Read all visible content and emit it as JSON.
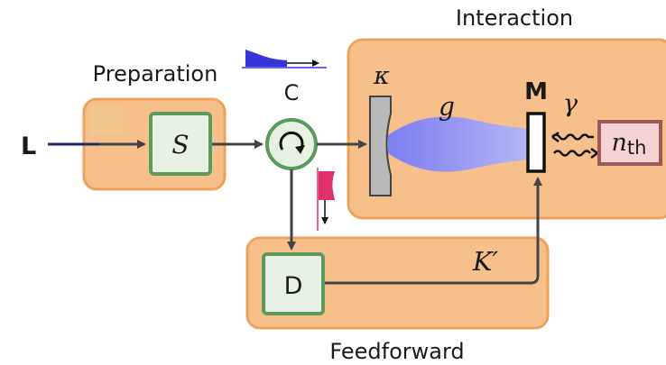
{
  "labels": {
    "laser": "L",
    "preparation_title": "Preparation",
    "squeezer": "S",
    "circulator": "C",
    "interaction_title": "Interaction",
    "kappa": "κ",
    "coupling": "g",
    "mirror": "M",
    "gamma": "γ",
    "thermal_n": "n",
    "thermal_sub": "th",
    "detector": "D",
    "gain": "K′",
    "feedforward_title": "Feedforward"
  },
  "colors": {
    "region_fill": "#f7c08a",
    "region_stroke": "#eba35f",
    "box_fill": "#e6f1e3",
    "box_stroke": "#5b9a5b",
    "cavity_beam": "#8f8ff2",
    "pulse_blue": "#3535d8",
    "pulse_red": "#e0306a",
    "thermal_fill": "#f6d3d3",
    "thermal_stroke": "#9e5a5a",
    "line": "#444444"
  },
  "icons": {
    "circulator": "circular-arrow-icon",
    "outgoing_pulse": "blue-pulse-icon",
    "reflected_pulse": "red-pulse-icon",
    "thermal_coupling": "wavy-arrows-icon"
  }
}
